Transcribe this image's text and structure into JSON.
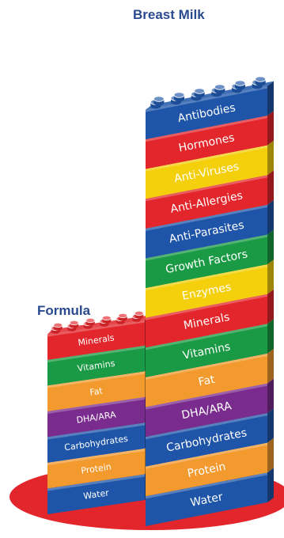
{
  "titles": {
    "breast_milk": "Breast Milk",
    "formula": "Formula"
  },
  "breast_milk_blocks": [
    {
      "label": "Antibodies",
      "color": "#1f55a8"
    },
    {
      "label": "Hormones",
      "color": "#e2262b"
    },
    {
      "label": "Anti-Viruses",
      "color": "#f3cf0c"
    },
    {
      "label": "Anti-Allergies",
      "color": "#e2262b"
    },
    {
      "label": "Anti-Parasites",
      "color": "#1f55a8"
    },
    {
      "label": "Growth Factors",
      "color": "#1a9a44"
    },
    {
      "label": "Enzymes",
      "color": "#f3cf0c"
    },
    {
      "label": "Minerals",
      "color": "#e2262b"
    },
    {
      "label": "Vitamins",
      "color": "#1a9a44"
    },
    {
      "label": "Fat",
      "color": "#f39a2f"
    },
    {
      "label": "DHA/ARA",
      "color": "#7a2b8e"
    },
    {
      "label": "Carbohydrates",
      "color": "#1f55a8"
    },
    {
      "label": "Protein",
      "color": "#f39a2f"
    },
    {
      "label": "Water",
      "color": "#1f55a8"
    }
  ],
  "formula_blocks": [
    {
      "label": "Minerals",
      "color": "#e2262b"
    },
    {
      "label": "Vitamins",
      "color": "#1a9a44"
    },
    {
      "label": "Fat",
      "color": "#f39a2f"
    },
    {
      "label": "DHA/ARA",
      "color": "#7a2b8e"
    },
    {
      "label": "Carbohydrates",
      "color": "#1f55a8"
    },
    {
      "label": "Protein",
      "color": "#f39a2f"
    },
    {
      "label": "Water",
      "color": "#1f55a8"
    }
  ],
  "colors": {
    "title": "#2a4a8f",
    "base_ellipse": "#e2262b",
    "stud_fill": "#3a68c0"
  }
}
